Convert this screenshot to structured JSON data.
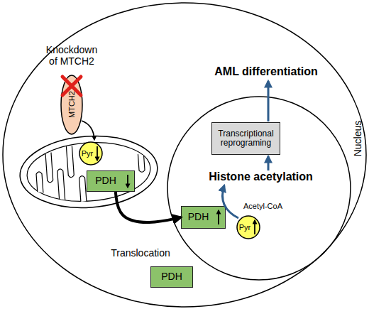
{
  "diagram": {
    "nodes": [
      {
        "text": [
          "MTCH2"
        ]
      },
      {
        "text": [
          "Pyr"
        ]
      },
      {
        "text": [
          "PDH"
        ]
      },
      {
        "text": [
          "Nucleus"
        ]
      },
      {
        "text": [
          "Transcriptional reprograming"
        ],
        "in": 3
      },
      {
        "text": [
          "PDH"
        ],
        "in": 3
      },
      {
        "text": [
          "Pyr"
        ],
        "in": 3
      },
      {
        "text": [
          "PDH"
        ]
      }
    ],
    "edges": [
      {
        "from": 2,
        "to": 5,
        "arrow": "to"
      }
    ],
    "labels": [
      "Knockdown of MTCH2",
      "AML differentiation",
      "Histone acetylation",
      "Acetyl-CoA",
      "Translocation"
    ]
  }
}
